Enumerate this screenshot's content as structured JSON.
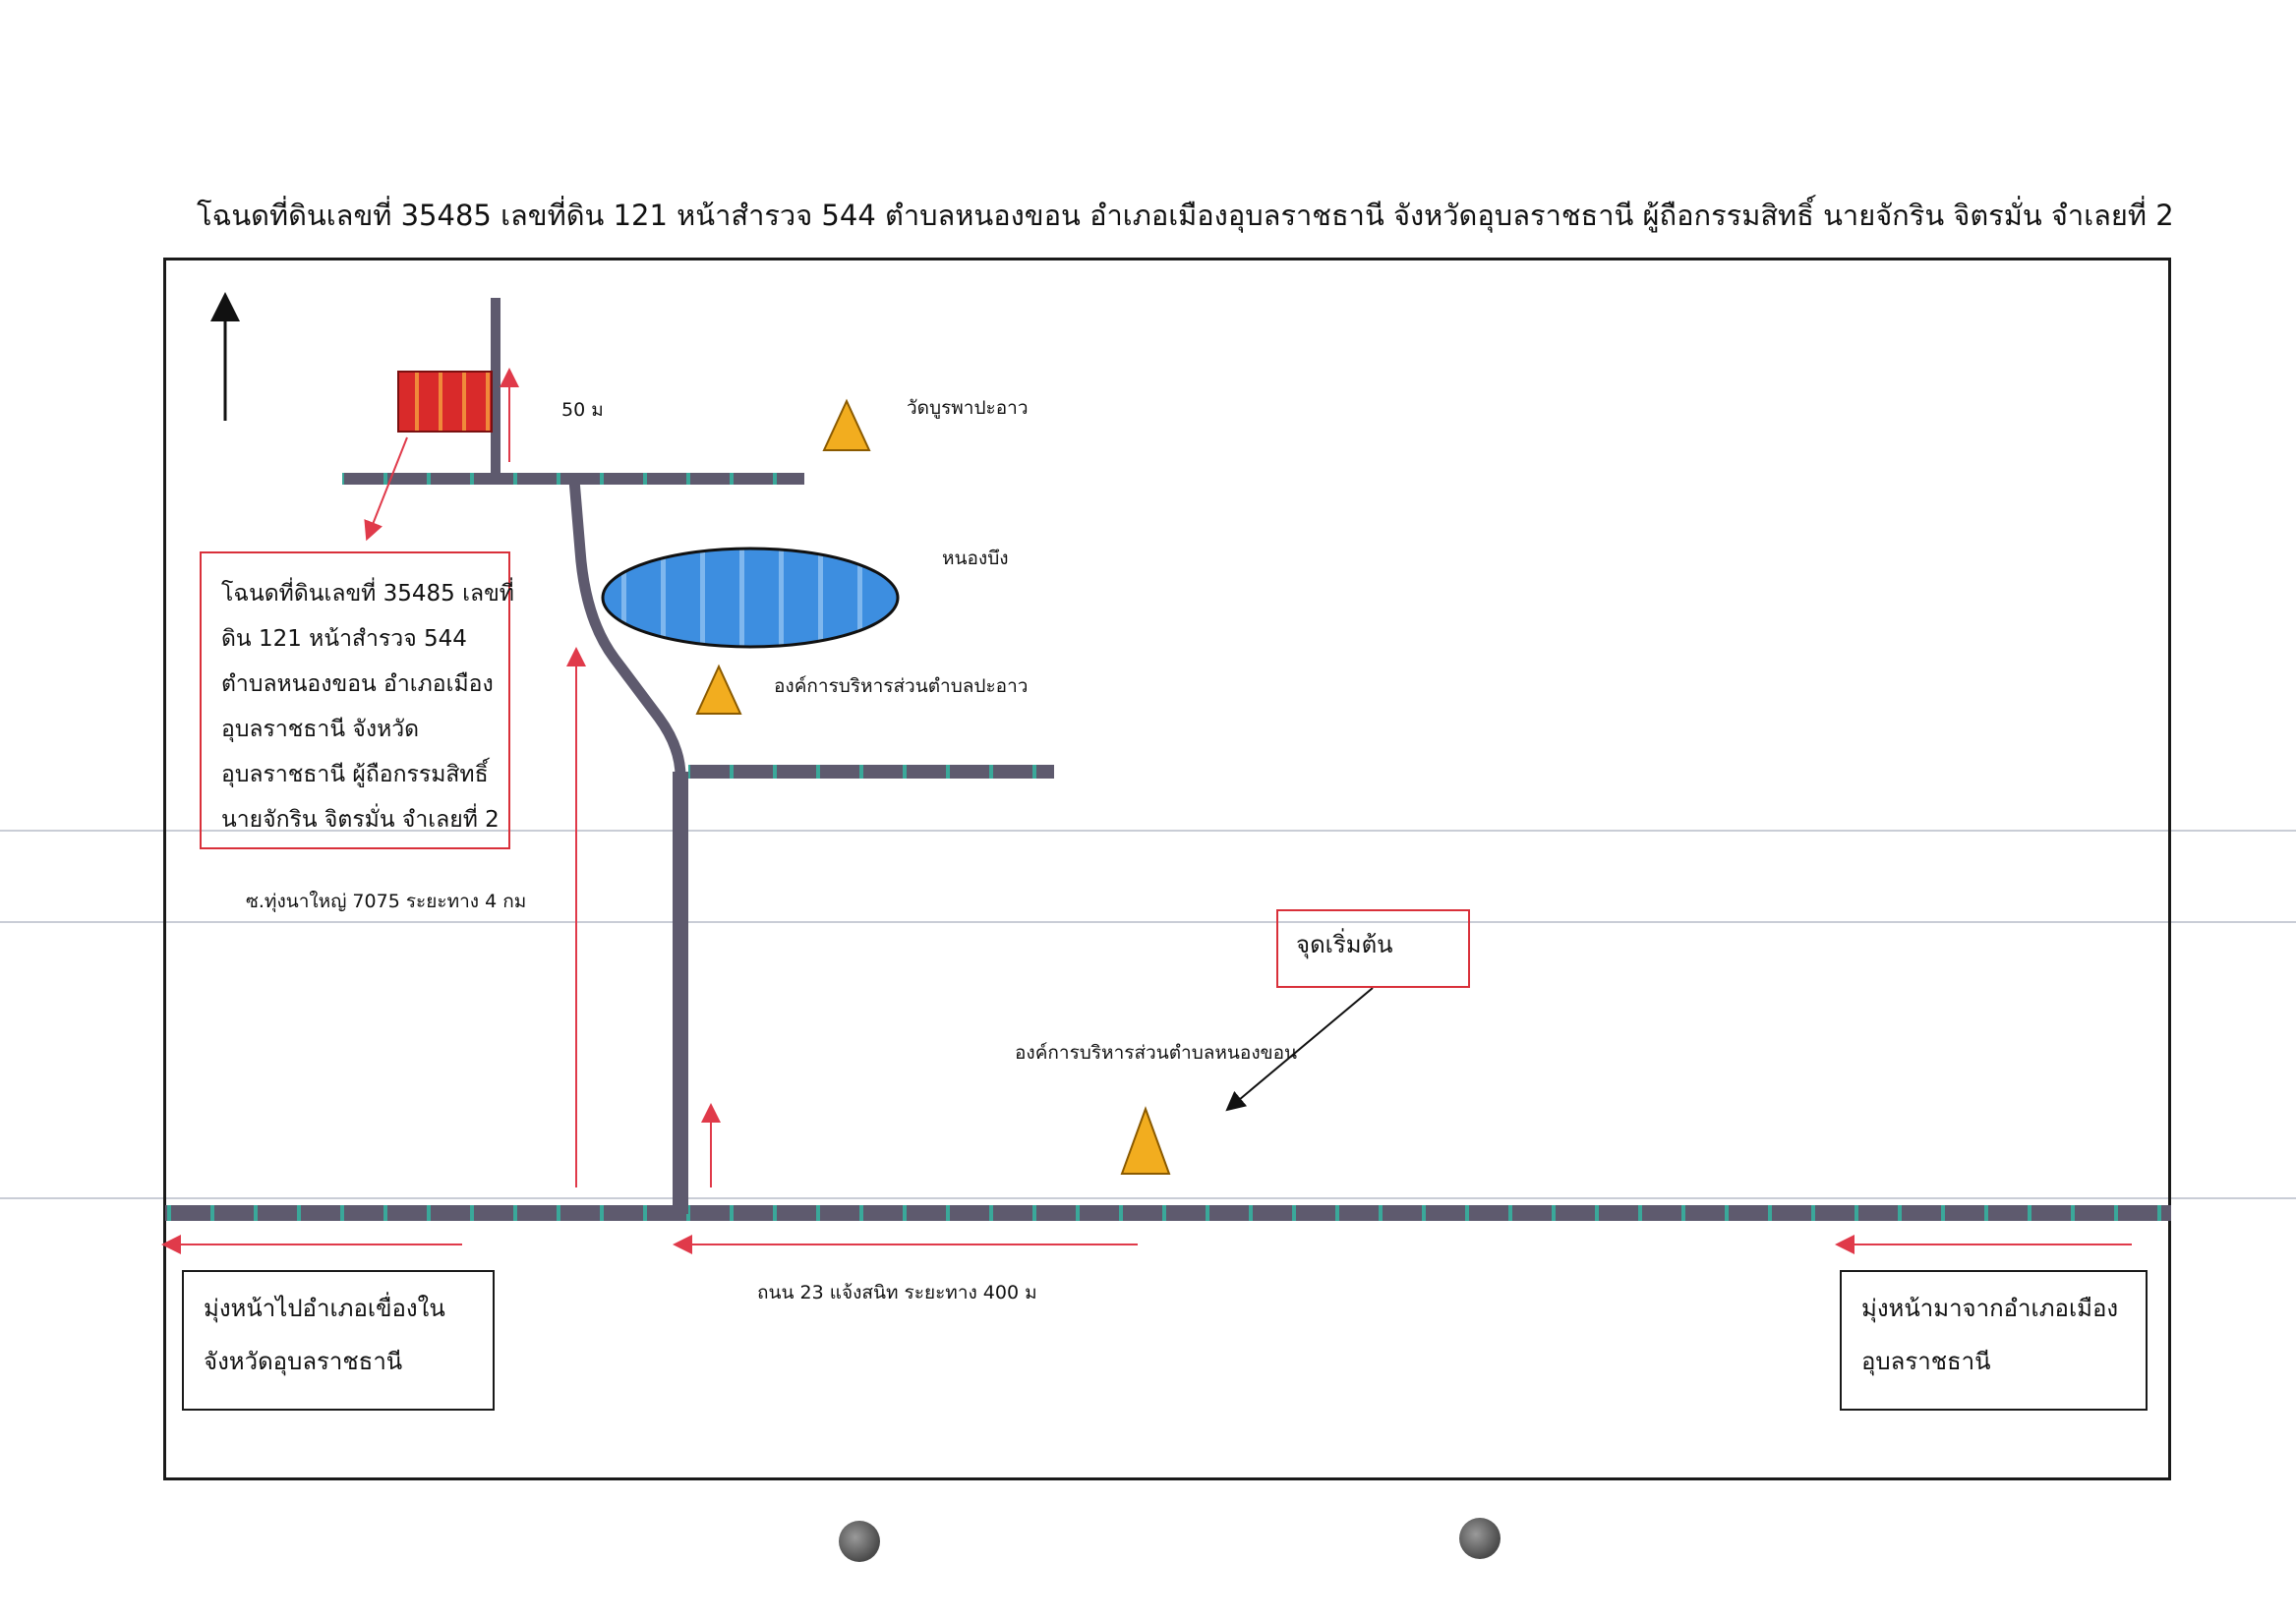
{
  "title": "โฉนดที่ดินเลขที่ 35485 เลขที่ดิน 121 หน้าสำรวจ 544 ตำบลหนองขอน อำเภอเมืองอุบลราชธานี จังหวัดอุบลราชธานี  ผู้ถือกรรมสิทธิ์ นายจักริน  จิตรมั่น จำเลยที่ 2",
  "map": {
    "north_arrow_icon": "north-arrow-icon",
    "distance_short": "50 ม",
    "temple_label": "วัดบูรพาปะอาว",
    "pond_label": "หนองบึง",
    "sao_paao_label": "องค์การบริหารส่วนตำบลปะอาว",
    "side_road_label": "ซ.ทุ่งนาใหญ่ 7075 ระยะทาง 4 กม",
    "start_label": "จุดเริ่มต้น",
    "sao_nongkhon_label": "องค์การบริหารส่วนตำบลหนองขอน",
    "main_road_label": "ถนน 23 แจ้งสนิท ระยะทาง  400 ม",
    "deed_box_lines": [
      "โฉนดที่ดินเลขที่ 35485 เลขที่",
      "ดิน 121 หน้าสำรวจ 544",
      "ตำบลหนองขอน อำเภอเมือง",
      "อุบลราชธานี จังหวัด",
      "อุบลราชธานี  ผู้ถือกรรมสิทธิ์",
      "นายจักริน  จิตรมั่น จำเลยที่ 2"
    ],
    "dir_left_lines": [
      "มุ่งหน้าไปอำเภอเขื่องใน",
      "จังหวัดอุบลราชธานี"
    ],
    "dir_right_lines": [
      "มุ่งหน้ามาจากอำเภอเมือง",
      "อุบลราชธานี"
    ]
  },
  "colors": {
    "road": "#5e5a6e",
    "road_stripe": "#3aa89a",
    "route_arrow": "#e03a4a",
    "pond": "#3d8ee0",
    "landmark": "#f2ad1f",
    "parcel": "#d92a2a"
  }
}
